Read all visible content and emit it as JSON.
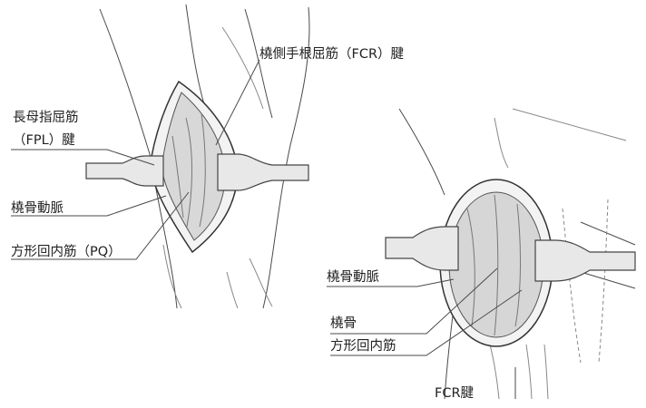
{
  "labels": {
    "fcr_tendon": "橈側手根屈筋（FCR）腱",
    "fpl_line1": "長母指屈筋",
    "fpl_line2": "（FPL）腱",
    "radial_artery_left": "橈骨動脈",
    "pq_left": "方形回内筋（PQ）",
    "radial_artery_right": "橈骨動脈",
    "radius": "橈骨",
    "pq_right": "方形回内筋",
    "fcr_bottom": "FCR腱"
  },
  "colors": {
    "line": "#4a4a4a",
    "tissue": "#cfcfcf",
    "retractor": "#e6e6e6"
  }
}
